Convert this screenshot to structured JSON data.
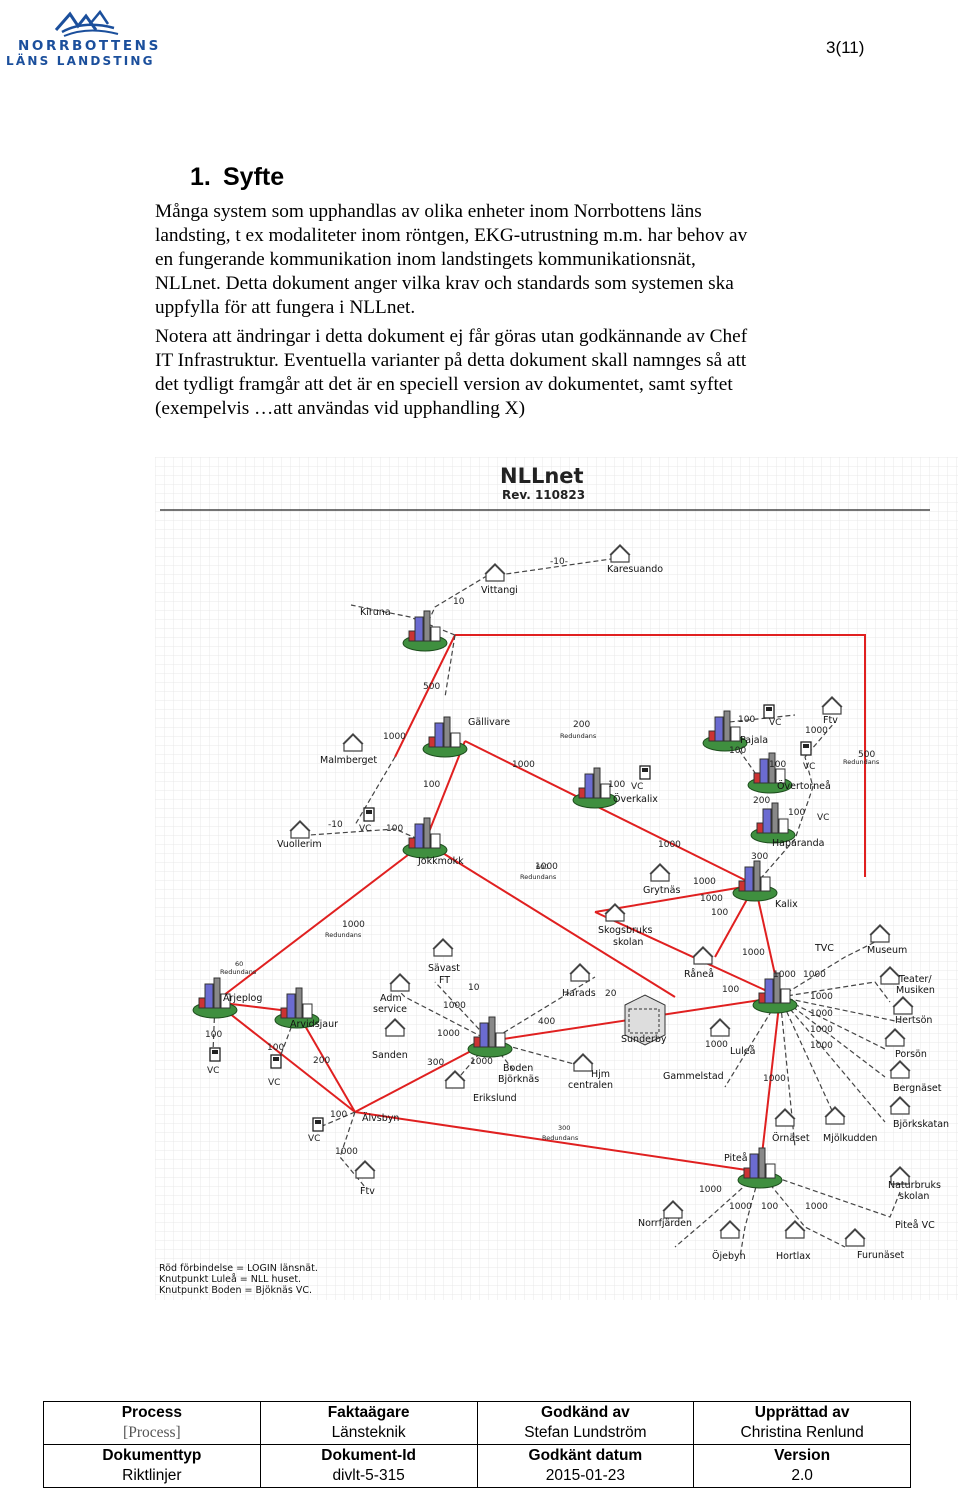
{
  "header": {
    "logo_line1": "NORRBOTTENS",
    "logo_line2": "LÄNS LANDSTING",
    "page_number": "3(11)"
  },
  "section": {
    "number": "1.",
    "title": "Syfte",
    "paragraph1": [
      "Många system som upphandlas av olika enheter inom Norrbottens läns",
      "landsting, t ex modaliteter inom röntgen, EKG-utrustning m.m. har behov av",
      "en fungerande kommunikation inom landstingets kommunikationsnät,",
      "NLLnet. Detta dokument anger vilka krav och standards som systemen ska",
      "uppfylla för att fungera i NLLnet."
    ],
    "paragraph2": [
      "Notera att ändringar i detta dokument ej får göras utan godkännande av Chef",
      "IT Infrastruktur. Eventuella varianter på detta dokument skall namnges så att",
      "det tydligt framgår att det är en speciell version av dokumentet, samt syftet",
      "(exempelvis …att användas vid upphandling X)"
    ]
  },
  "diagram": {
    "title": "NLLnet",
    "revision": "Rev. 110823",
    "nodes": {
      "karesuando": "Karesuando",
      "vittangi": "Vittangi",
      "kiruna": "Kiruna",
      "gallivare": "Gällivare",
      "malmberget": "Malmberget",
      "pajala": "Pajala",
      "ftv_top": "Ftv",
      "overtornea": "Övertorneå",
      "overkalix": "Överkalix",
      "vuollerim": "Vuollerim",
      "jokkmokk": "Jokkmokk",
      "haparanda": "Haparanda",
      "grytnas": "Grytnäs",
      "kalix": "Kalix",
      "skogsbruks": "Skogsbruks",
      "skolan": "skolan",
      "arjeplog": "Arjeplog",
      "arvidsjaur": "Arvidsjaur",
      "adm": "Adm",
      "service": "service",
      "savast": "Sävast",
      "ft": "FT",
      "ranea": "Råneå",
      "harads": "Harads",
      "sunderby": "Sunderby",
      "lulea": "Luleå",
      "tvc": "TVC",
      "museum": "Museum",
      "teater": "Teater/",
      "musiken": "Musiken",
      "hertson": "Hertsön",
      "porson": "Porsön",
      "bergnaset": "Bergnäset",
      "bjorkskatan": "Björkskatan",
      "sanden": "Sanden",
      "boden": "Boden",
      "bjorknas": "Björknäs",
      "hjm": "Hjm",
      "centralen": "centralen",
      "gammelstad": "Gammelstad",
      "erikslund": "Erikslund",
      "alvsbyn": "Älvsbyn",
      "ftv_bottom": "Ftv",
      "ornaset": "Örnäset",
      "mjolkudden": "Mjölkudden",
      "pitea": "Piteå",
      "naturbruks": "Naturbruks",
      "skolan2": "skolan",
      "pitea_vc": "Piteå VC",
      "norrfjarden": "Norrfjärden",
      "ojebyn": "Öjebyn",
      "hortlax": "Hortlax",
      "furunaset": "Furunäset"
    },
    "link_labels": {
      "l10": "-10-",
      "l10b": "10",
      "l500": "500",
      "l1000": "1000",
      "l100": "100",
      "l200": "200",
      "l300": "300",
      "l400": "400",
      "l20": "20",
      "l60": "60",
      "lm10": "-10",
      "vc": "VC",
      "redundans": "Redundans"
    },
    "legend": [
      "Röd förbindelse   = LOGIN länsnät.",
      "Knutpunkt Luleå   = NLL huset.",
      "Knutpunkt Boden = Bjöknäs VC."
    ],
    "colors": {
      "red_link": "#e02020",
      "grid": "#e4e4e4",
      "green_base": "#3f8f3f"
    }
  },
  "footer": {
    "row1": [
      {
        "label": "Process",
        "value": "[Process]"
      },
      {
        "label": "Faktaägare",
        "value": "Länsteknik"
      },
      {
        "label": "Godkänd av",
        "value": "Stefan Lundström"
      },
      {
        "label": "Upprättad av",
        "value": "Christina Renlund"
      }
    ],
    "row2": [
      {
        "label": "Dokumenttyp",
        "value": "Riktlinjer"
      },
      {
        "label": "Dokument-Id",
        "value": "divlt-5-315"
      },
      {
        "label": "Godkänt datum",
        "value": "2015-01-23"
      },
      {
        "label": "Version",
        "value": "2.0"
      }
    ]
  }
}
